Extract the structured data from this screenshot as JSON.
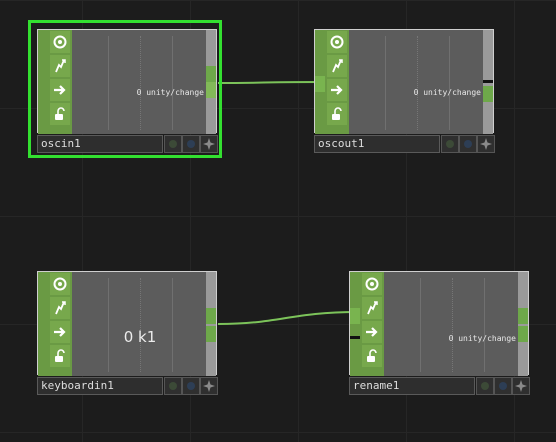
{
  "colors": {
    "background": "#1c1c1c",
    "node_green": "#6a9a44",
    "wire": "#7cc35a",
    "selection": "#33e030",
    "viewer": "#5c5c5c"
  },
  "nodes": [
    {
      "name": "oscin1",
      "value": "0 unity/change",
      "selected": true
    },
    {
      "name": "oscout1",
      "value": "0 unity/change",
      "selected": false
    },
    {
      "name": "keyboardin1",
      "value": "0 k1",
      "selected": false
    },
    {
      "name": "rename1",
      "value": "0 unity/change",
      "selected": false
    }
  ],
  "side_icons": [
    "viewer-active-icon",
    "bypass-icon",
    "export-icon",
    "lock-icon"
  ],
  "flag_icons": [
    "display-flag-icon",
    "render-flag-icon",
    "pin-icon"
  ]
}
